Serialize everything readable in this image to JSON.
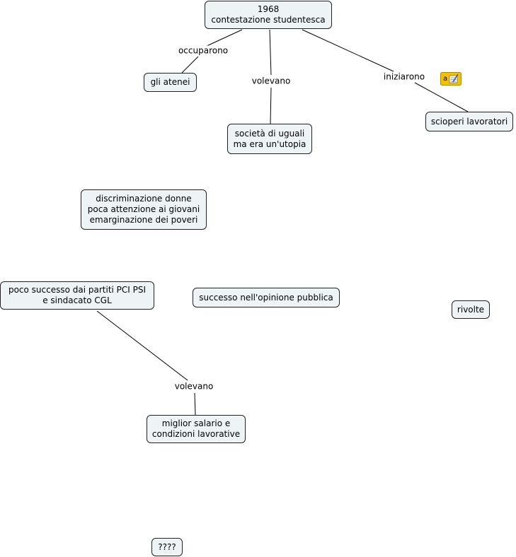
{
  "concepts": {
    "root": {
      "lines": [
        "1968",
        "contestazione  studentesca"
      ]
    },
    "atenei": {
      "lines": [
        "gli atenei"
      ]
    },
    "societa": {
      "lines": [
        "società di uguali",
        "ma era un'utopia"
      ]
    },
    "scioperi": {
      "lines": [
        "scioperi lavoratori"
      ]
    },
    "discriminazione": {
      "lines": [
        "discriminazione donne",
        "poca attenzione ai giovani",
        "emarginazione dei poveri"
      ]
    },
    "partiti": {
      "lines": [
        "poco successo dai partiti PCI PSI",
        "e sindacato CGL"
      ]
    },
    "opinione": {
      "lines": [
        "successo nell'opinione pubblica"
      ]
    },
    "rivolte": {
      "lines": [
        "rivolte"
      ]
    },
    "salario": {
      "lines": [
        "miglior salario e",
        "condizioni lavorative"
      ]
    },
    "questions": {
      "lines": [
        "????"
      ]
    }
  },
  "linking_phrases": {
    "occuparono": "occuparono",
    "volevano_1": "volevano",
    "iniziarono": "iniziarono",
    "volevano_2": "volevano"
  },
  "colors": {
    "node_fill": "#eef3f6",
    "node_border": "#222222",
    "line": "#000000",
    "note_icon": "#f2c200"
  },
  "icons": {
    "note": "annotation-note-icon"
  }
}
